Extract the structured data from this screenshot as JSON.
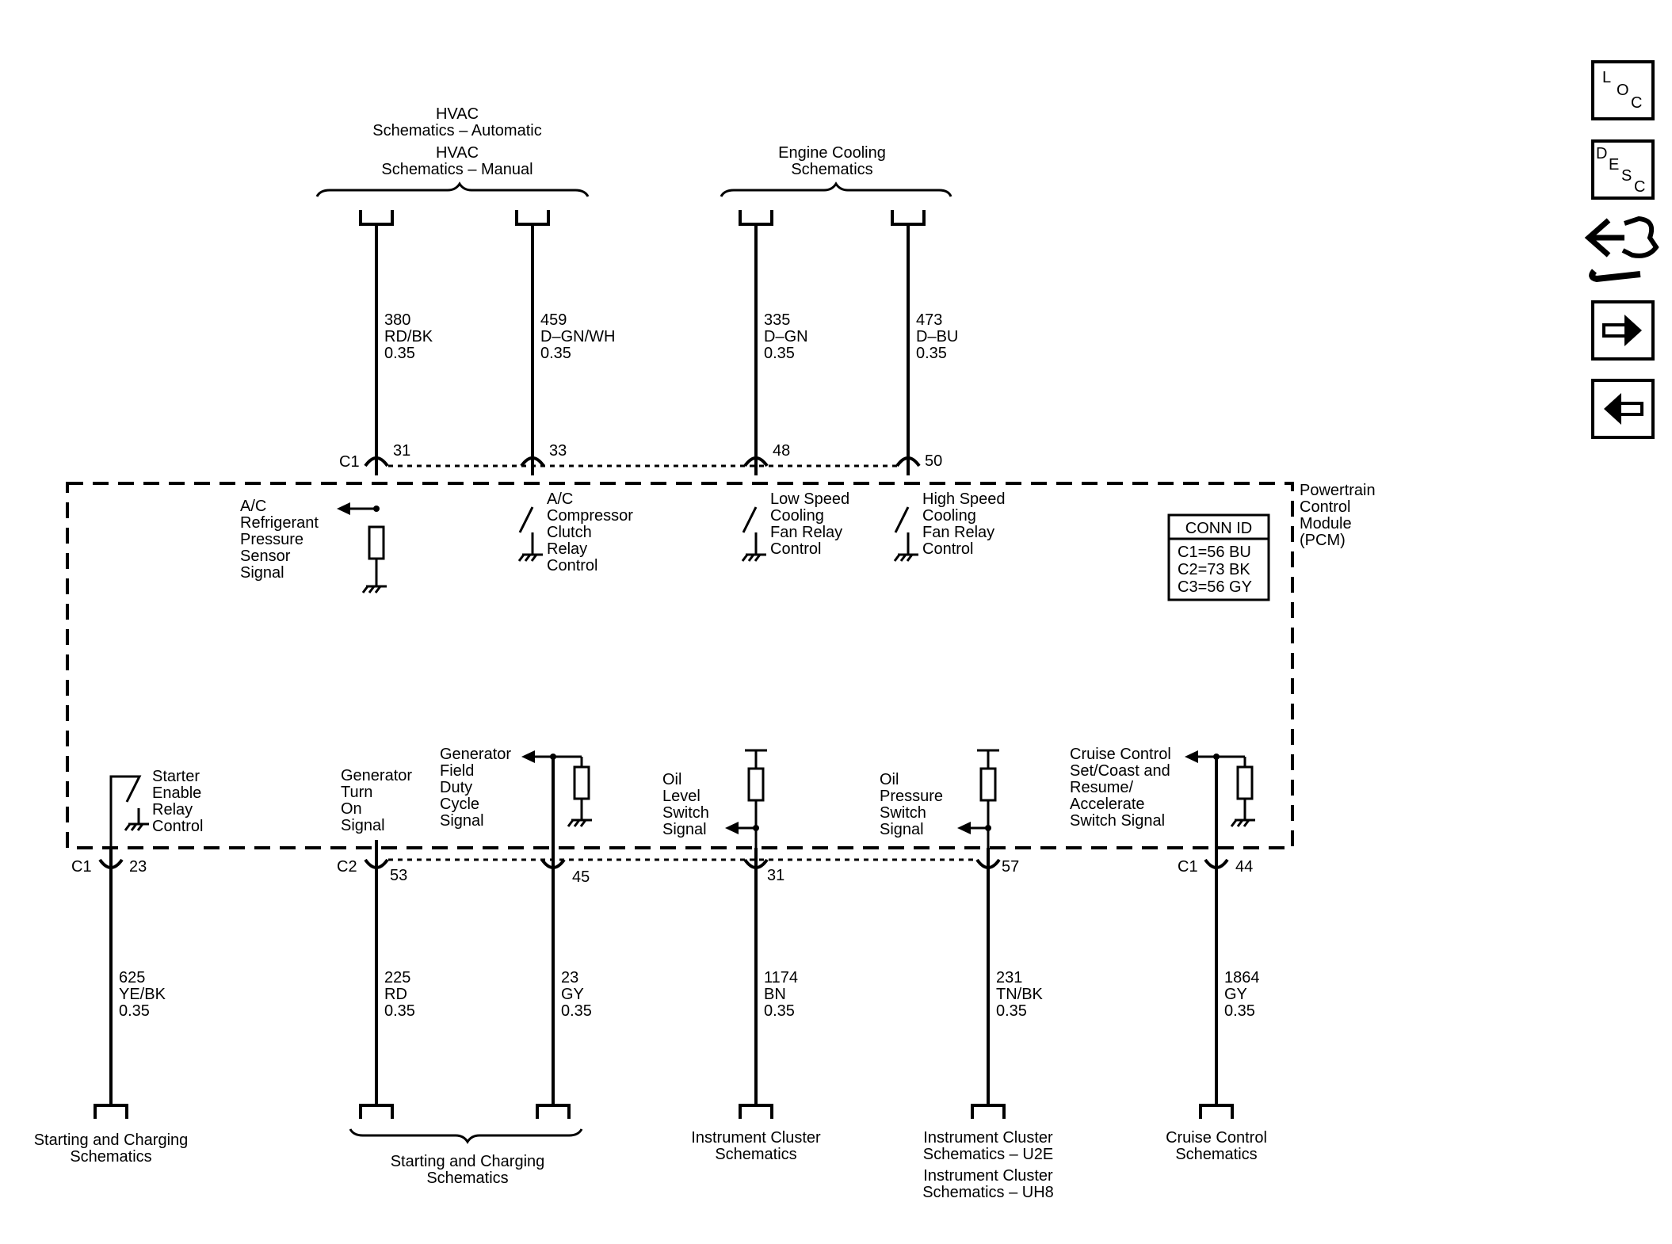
{
  "top_refs": {
    "hvac_auto_1": "HVAC",
    "hvac_auto_2": "Schematics – Automatic",
    "hvac_man_1": "HVAC",
    "hvac_man_2": "Schematics – Manual",
    "cooling_1": "Engine Cooling",
    "cooling_2": "Schematics"
  },
  "top_wires": [
    {
      "circuit": "380",
      "color": "RD/BK",
      "gauge": "0.35",
      "pin": "31"
    },
    {
      "circuit": "459",
      "color": "D–GN/WH",
      "gauge": "0.35",
      "pin": "33"
    },
    {
      "circuit": "335",
      "color": "D–GN",
      "gauge": "0.35",
      "pin": "48"
    },
    {
      "circuit": "473",
      "color": "D–BU",
      "gauge": "0.35",
      "pin": "50"
    }
  ],
  "top_connector": "C1",
  "module": {
    "name_1": "Powertrain",
    "name_2": "Control",
    "name_3": "Module",
    "name_4": "(PCM)"
  },
  "conn_id": {
    "title": "CONN ID",
    "c1": "C1=56 BU",
    "c2": "C2=73 BK",
    "c3": "C3=56 GY"
  },
  "top_labels": {
    "ac_ref": [
      "A/C",
      "Refrigerant",
      "Pressure",
      "Sensor",
      "Signal"
    ],
    "ac_comp": [
      "A/C",
      "Compressor",
      "Clutch",
      "Relay",
      "Control"
    ],
    "low_fan": [
      "Low Speed",
      "Cooling",
      "Fan Relay",
      "Control"
    ],
    "high_fan": [
      "High Speed",
      "Cooling",
      "Fan Relay",
      "Control"
    ]
  },
  "bottom_labels": {
    "starter": [
      "Starter",
      "Enable",
      "Relay",
      "Control"
    ],
    "gen_turn": [
      "Generator",
      "Turn",
      "On",
      "Signal"
    ],
    "gen_field": [
      "Generator",
      "Field",
      "Duty",
      "Cycle",
      "Signal"
    ],
    "oil_level": [
      "Oil",
      "Level",
      "Switch",
      "Signal"
    ],
    "oil_press": [
      "Oil",
      "Pressure",
      "Switch",
      "Signal"
    ],
    "cruise": [
      "Cruise Control",
      "Set/Coast and",
      "Resume/",
      "Accelerate",
      "Switch Signal"
    ]
  },
  "bottom_wires": [
    {
      "conn": "C1",
      "pin": "23",
      "circuit": "625",
      "color": "YE/BK",
      "gauge": "0.35"
    },
    {
      "conn": "C2",
      "pin": "53",
      "circuit": "225",
      "color": "RD",
      "gauge": "0.35"
    },
    {
      "conn": "",
      "pin": "45",
      "circuit": "23",
      "color": "GY",
      "gauge": "0.35"
    },
    {
      "conn": "",
      "pin": "31",
      "circuit": "1174",
      "color": "BN",
      "gauge": "0.35"
    },
    {
      "conn": "",
      "pin": "57",
      "circuit": "231",
      "color": "TN/BK",
      "gauge": "0.35"
    },
    {
      "conn": "C1",
      "pin": "44",
      "circuit": "1864",
      "color": "GY",
      "gauge": "0.35"
    }
  ],
  "bottom_refs": {
    "start1_1": "Starting and Charging",
    "start1_2": "Schematics",
    "start2_1": "Starting and Charging",
    "start2_2": "Schematics",
    "ic_1": "Instrument Cluster",
    "ic_2": "Schematics",
    "ic2_1": "Instrument Cluster",
    "ic2_2": "Schematics – U2E",
    "ic2_3": "Instrument Cluster",
    "ic2_4": "Schematics – UH8",
    "cruise_1": "Cruise Control",
    "cruise_2": "Schematics"
  },
  "side_buttons": {
    "loc": [
      "L",
      "O",
      "C"
    ],
    "desc": [
      "D",
      "E",
      "S",
      "C"
    ],
    "connector_icon": "connector-tool-icon",
    "next_icon": "arrow-right-icon",
    "prev_icon": "arrow-left-icon"
  }
}
